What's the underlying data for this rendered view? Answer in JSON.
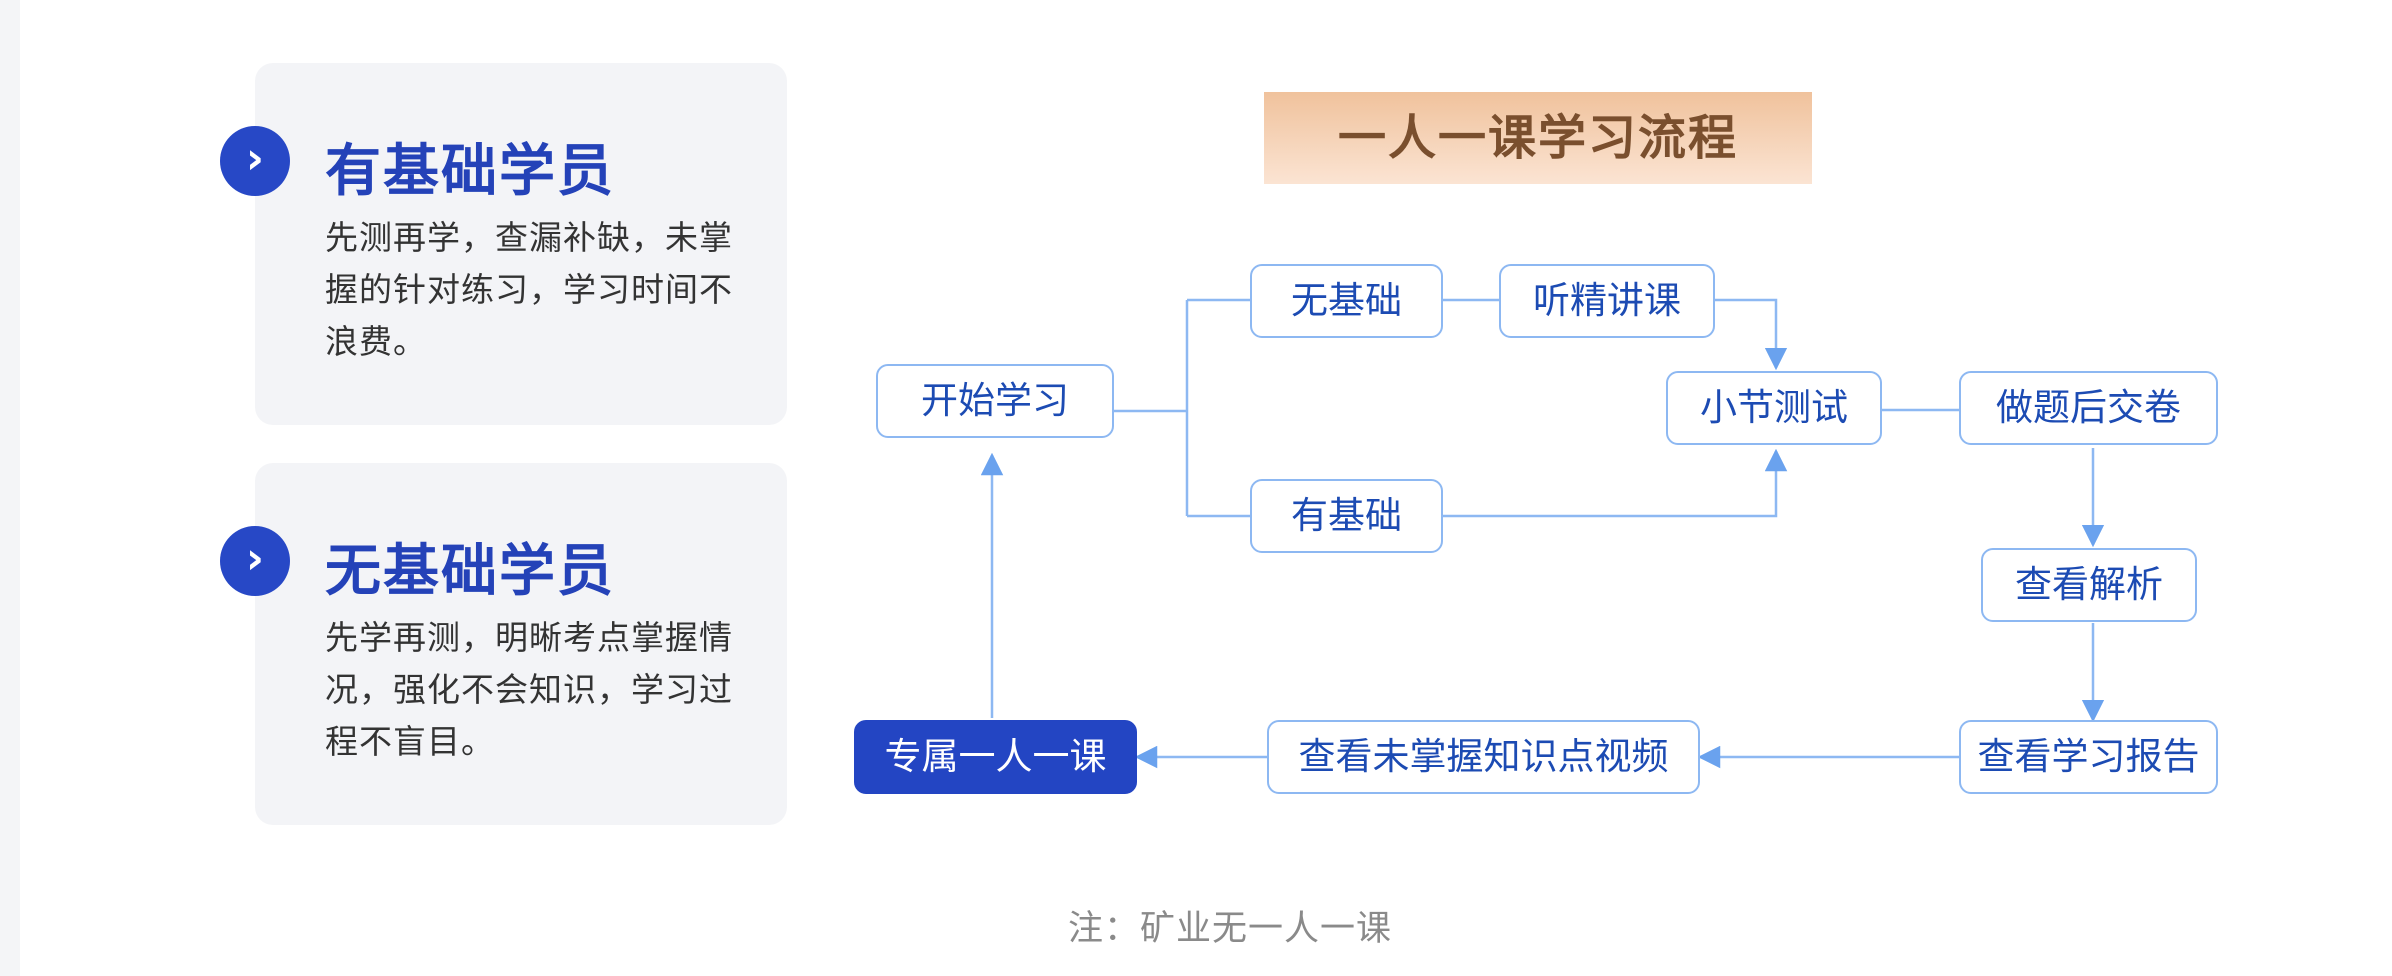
{
  "cards": [
    {
      "title": "有基础学员",
      "desc": "先测再学，查漏补缺，未掌握的针对练习，学习时间不浪费。"
    },
    {
      "title": "无基础学员",
      "desc": "先学再测，明晰考点掌握情况，强化不会知识，学习过程不盲目。"
    }
  ],
  "flow": {
    "title": "一人一课学习流程",
    "nodes": {
      "start": "开始学习",
      "no_base": "无基础",
      "lecture": "听精讲课",
      "has_base": "有基础",
      "quiz": "小节测试",
      "submit": "做题后交卷",
      "analysis": "查看解析",
      "report": "查看学习报告",
      "video": "查看未掌握知识点视频",
      "exclusive": "专属一人一课"
    }
  },
  "note": "注：矿业无一人一课",
  "colors": {
    "accent": "#2345c3",
    "line": "#8db8f2",
    "title_bg": "#f0c29c"
  }
}
